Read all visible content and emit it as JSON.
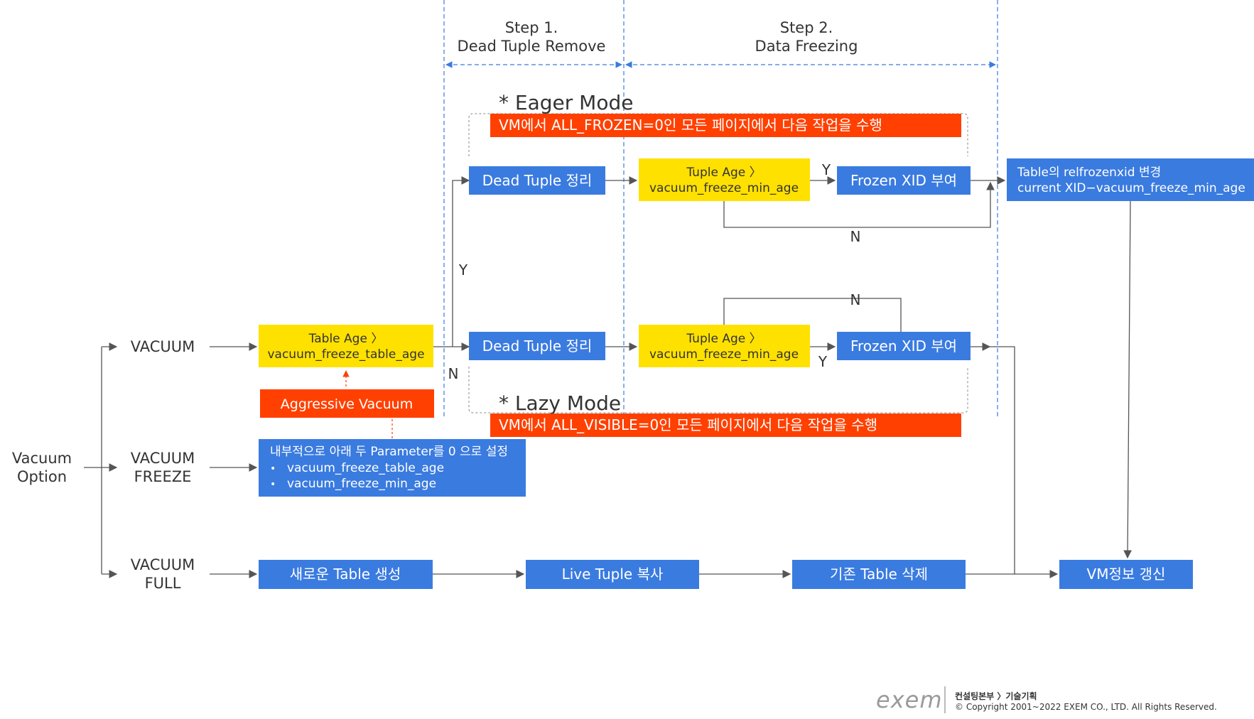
{
  "colors": {
    "blue": "#3a7be0",
    "yellow": "#ffe100",
    "orange": "#ff4000",
    "line": "#555555",
    "dash": "#3a7be0",
    "text_dark": "#333333",
    "text_white": "#ffffff",
    "footer_gray": "#9a9a9a"
  },
  "steps": {
    "step1_line1": "Step 1.",
    "step1_line2": "Dead Tuple Remove",
    "step2_line1": "Step 2.",
    "step2_line2": "Data Freezing"
  },
  "modes": {
    "eager_title": "* Eager Mode",
    "eager_banner": "VM에서 ALL_FROZEN=0인 모든 페이지에서 다음 작업을 수행",
    "lazy_title": "* Lazy Mode",
    "lazy_banner": "VM에서 ALL_VISIBLE=0인 모든 페이지에서 다음 작업을 수행"
  },
  "options": {
    "root_line1": "Vacuum",
    "root_line2": "Option",
    "vacuum": "VACUUM",
    "freeze_line1": "VACUUM",
    "freeze_line2": "FREEZE",
    "full_line1": "VACUUM",
    "full_line2": "FULL"
  },
  "boxes": {
    "table_age_line1": "Table Age 〉",
    "table_age_line2": "vacuum_freeze_table_age",
    "aggressive": "Aggressive Vacuum",
    "param_line1": "내부적으로 아래 두 Parameter를 0 으로 설정",
    "param_item1": "vacuum_freeze_table_age",
    "param_item2": "vacuum_freeze_min_age",
    "bullet": "•",
    "dead_tuple_top": "Dead Tuple 정리",
    "dead_tuple_bottom": "Dead Tuple 정리",
    "tuple_age_top_line1": "Tuple Age 〉",
    "tuple_age_top_line2": "vacuum_freeze_min_age",
    "tuple_age_bottom_line1": "Tuple Age 〉",
    "tuple_age_bottom_line2": "vacuum_freeze_min_age",
    "frozen_top": "Frozen XID 부여",
    "frozen_bottom": "Frozen XID 부여",
    "relfrozen_line1": "Table의 relfrozenxid 변경",
    "relfrozen_line2": "current XID−vacuum_freeze_min_age",
    "new_table": "새로운 Table 생성",
    "live_tuple": "Live Tuple 복사",
    "delete_table": "기존 Table 삭제",
    "vm_update": "VM정보 갱신"
  },
  "edge_labels": {
    "y_vertical": "Y",
    "n_horizontal": "N",
    "y_top_freeze": "Y",
    "n_top_loop": "N",
    "n_bottom_loop": "N",
    "y_bottom_freeze": "Y"
  },
  "footer": {
    "logo": "exem",
    "dept": "컨설팅본부 〉기술기획",
    "copyright": "© Copyright 2001~2022   EXEM CO., LTD. All Rights Reserved."
  }
}
